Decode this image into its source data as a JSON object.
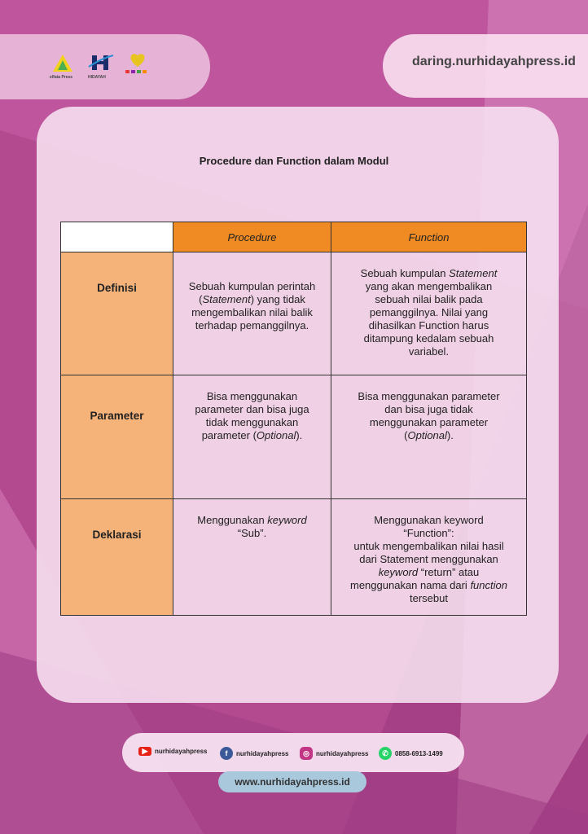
{
  "header": {
    "url": "daring.nurhidayahpress.id",
    "logos": [
      {
        "icon": "elfata-press-logo",
        "text": "elfata Press"
      },
      {
        "icon": "hidayah-logo",
        "text": "HIDAYAH"
      },
      {
        "icon": "cahaya-logo",
        "text": ""
      }
    ]
  },
  "document": {
    "title": "Procedure dan Function dalam Modul",
    "table": {
      "columns": [
        "Procedure",
        "Function"
      ],
      "rows": [
        {
          "label": "Definisi",
          "procedure": [
            "Sebuah kumpulan perintah",
            "(",
            "Statement",
            ") yang tidak",
            "mengembalikan nilai balik",
            "terhadap pemanggilnya."
          ],
          "function": [
            "Sebuah kumpulan ",
            "Statement",
            "yang akan mengembalikan",
            "sebuah nilai balik pada",
            "pemanggilnya. Nilai yang",
            "dihasilkan Function harus",
            "ditampung kedalam sebuah",
            "variabel."
          ]
        },
        {
          "label": "Parameter",
          "procedure": [
            "Bisa menggunakan",
            "parameter dan bisa juga",
            "tidak menggunakan",
            "parameter (",
            "Optional",
            ")."
          ],
          "function": [
            "Bisa menggunakan parameter",
            "dan bisa juga tidak",
            "menggunakan parameter",
            "(",
            "Optional",
            ")."
          ]
        },
        {
          "label": "Deklarasi",
          "procedure": [
            "Menggunakan ",
            "keyword",
            "“Sub”."
          ],
          "function": [
            "Menggunakan keyword",
            "“Function”:",
            "untuk mengembalikan nilai hasil",
            "dari Statement menggunakan",
            "keyword",
            " “return” atau",
            "menggunakan nama dari ",
            "function",
            "tersebut"
          ]
        }
      ]
    }
  },
  "footer": {
    "social": [
      {
        "icon": "youtube-icon",
        "label": "nurhidayahpress",
        "color": "#e62117"
      },
      {
        "icon": "facebook-icon",
        "label": "nurhidayahpress",
        "color": "#3b5998"
      },
      {
        "icon": "instagram-icon",
        "label": "nurhidayahpress",
        "color": "#c13584"
      },
      {
        "icon": "whatsapp-icon",
        "label": "0858-6913-1499",
        "color": "#25d366"
      }
    ],
    "website": "www.nurhidayahpress.id"
  },
  "colors": {
    "header_cell": "#f08a22",
    "row_label_cell": "#f6b379",
    "background": "#b0488f"
  }
}
